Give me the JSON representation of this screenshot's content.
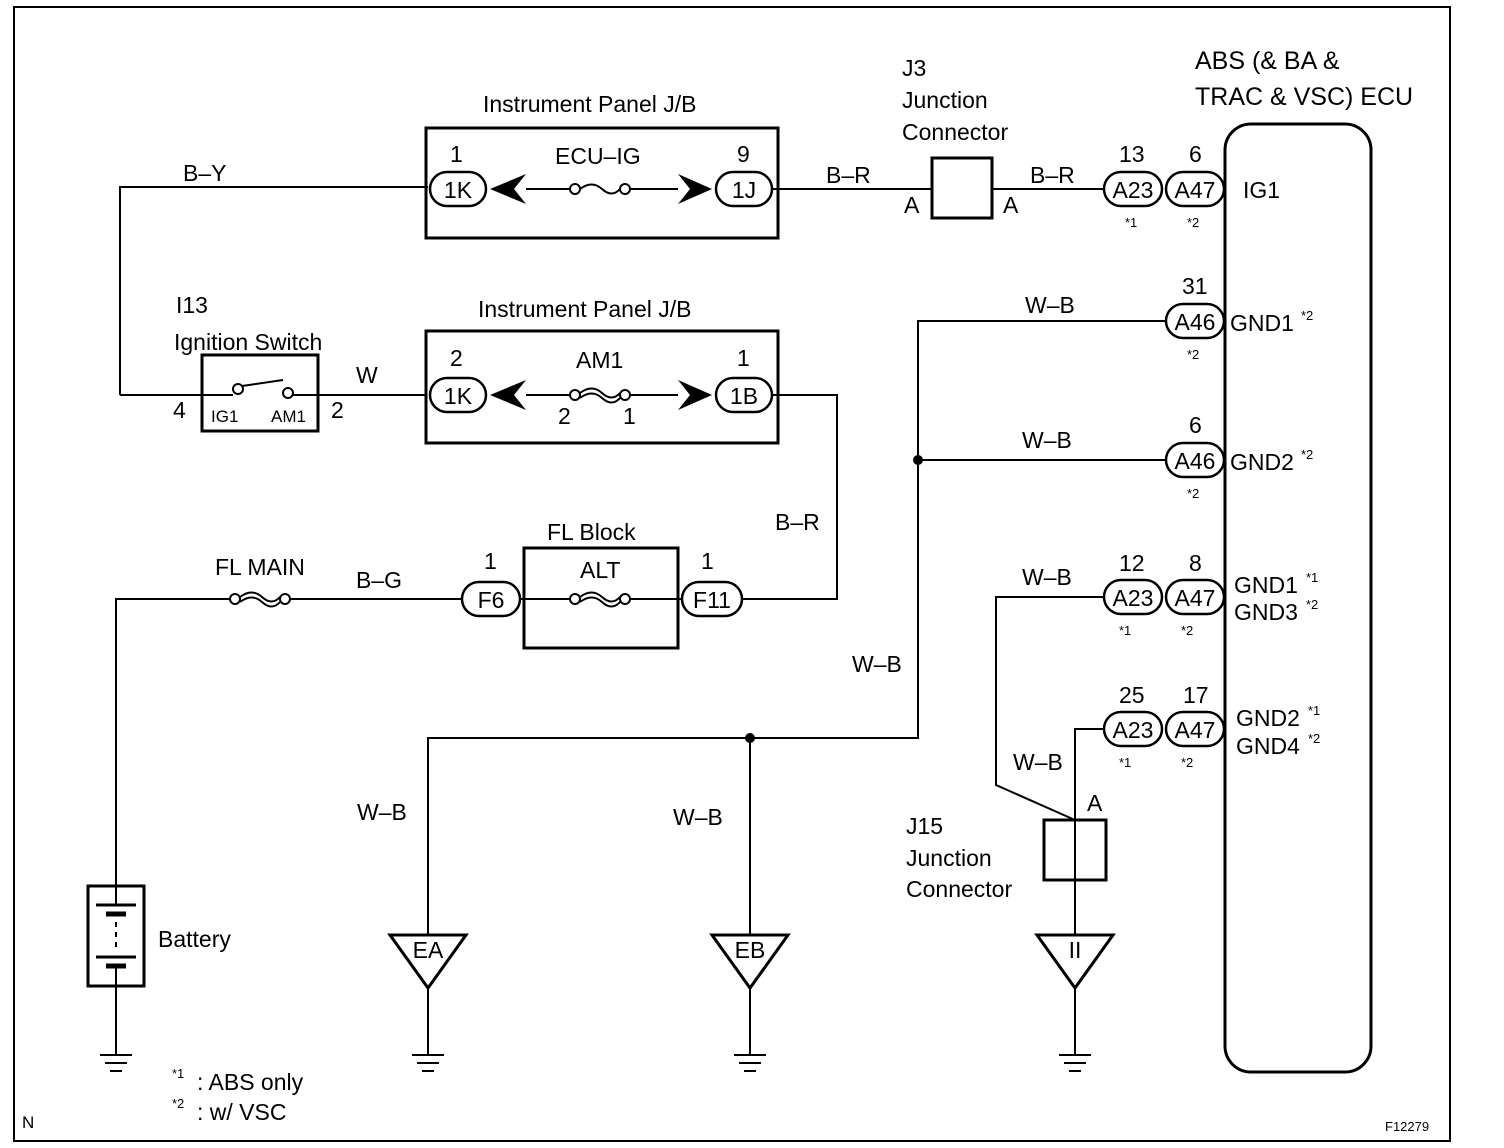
{
  "components": {
    "ecu_title_1": "ABS (& BA &",
    "ecu_title_2": "TRAC & VSC) ECU",
    "jb_top": "Instrument Panel J/B",
    "jb_mid": "Instrument Panel J/B",
    "j3_id": "J3",
    "j3_l1": "Junction",
    "j3_l2": "Connector",
    "i13_id": "I13",
    "i13_name": "Ignition Switch",
    "fl_block": "FL Block",
    "fl_main": "FL MAIN",
    "battery": "Battery",
    "j15_id": "J15",
    "j15_l1": "Junction",
    "j15_l2": "Connector"
  },
  "fuses": {
    "ecu_ig": "ECU–IG",
    "am1": "AM1",
    "alt": "ALT"
  },
  "connectors": {
    "c_1k_top": "1K",
    "c_1j": "1J",
    "c_1k_mid": "1K",
    "c_1b": "1B",
    "c_f6": "F6",
    "c_f11": "F11",
    "c_a23_ig": "A23",
    "c_a47_ig": "A47",
    "c_a46_g1": "A46",
    "c_a46_g2": "A46",
    "c_a23_g3": "A23",
    "c_a47_g3": "A47",
    "c_a23_g4": "A23",
    "c_a47_g4": "A47"
  },
  "pins": {
    "p_1k_top": "1",
    "p_1j": "9",
    "p_1k_mid": "2",
    "p_1b": "1",
    "p_am1_l": "2",
    "p_am1_r": "1",
    "p_f6": "1",
    "p_f11": "1",
    "p_sw_4": "4",
    "p_sw_2": "2",
    "p_a23_ig": "13",
    "p_a47_ig": "6",
    "p_a46_g1": "31",
    "p_a46_g2": "6",
    "p_a23_g3": "12",
    "p_a47_g3": "8",
    "p_a23_g4": "25",
    "p_a47_g4": "17",
    "p_j3_a1": "A",
    "p_j3_a2": "A",
    "p_j15_a": "A"
  },
  "switch_terms": {
    "ig1": "IG1",
    "am1": "AM1"
  },
  "wires": {
    "w_by": "B–Y",
    "w_br1": "B–R",
    "w_br2": "B–R",
    "w_w": "W",
    "w_br3": "B–R",
    "w_bg": "B–G",
    "w_wb_g1": "W–B",
    "w_wb_g2": "W–B",
    "w_wb_vert": "W–B",
    "w_wb_g3": "W–B",
    "w_wb_j15": "W–B",
    "w_wb_ea": "W–B",
    "w_wb_eb": "W–B"
  },
  "terminals": {
    "ig1": "IG1",
    "gnd1_a": "GND1",
    "gnd1_a_sup": "*2",
    "gnd2_a": "GND2",
    "gnd2_a_sup": "*2",
    "gnd1_b": "GND1",
    "gnd1_b_sup": "*1",
    "gnd3": "GND3",
    "gnd3_sup": "*2",
    "gnd2_b": "GND2",
    "gnd2_b_sup": "*1",
    "gnd4": "GND4",
    "gnd4_sup": "*2"
  },
  "marks": {
    "m_a23_ig": "*1",
    "m_a47_ig": "*2",
    "m_a46_g1": "*2",
    "m_a46_g2": "*2",
    "m_a23_g3": "*1",
    "m_a47_g3": "*2",
    "m_a23_g4": "*1",
    "m_a47_g4": "*2"
  },
  "grounds": {
    "ea": "EA",
    "eb": "EB",
    "ii": "II"
  },
  "notes": {
    "n1_star": "*1",
    "n1_text": ": ABS only",
    "n2_star": "*2",
    "n2_text": ": w/ VSC",
    "corner_n": "N",
    "fig_id": "F12279"
  }
}
